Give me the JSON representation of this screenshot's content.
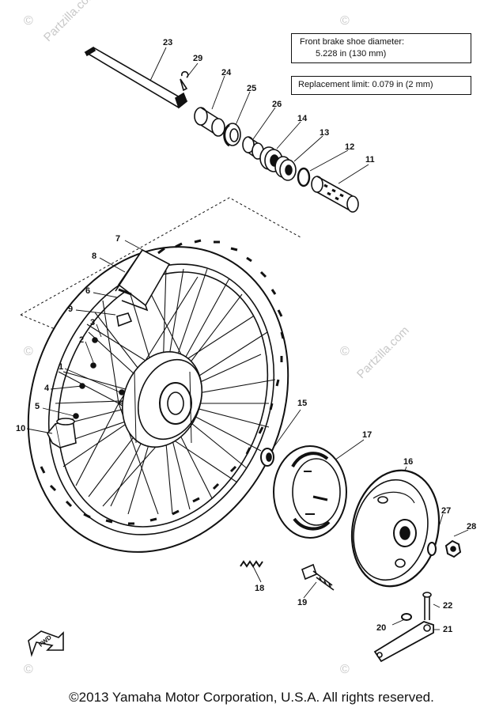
{
  "spec_boxes": {
    "brake_shoe": {
      "line1": "Front brake shoe diameter:",
      "line2": "5.228 in (130 mm)"
    },
    "replacement": {
      "text": "Replacement limit:  0.079 in (2 mm)"
    }
  },
  "callouts": [
    "23",
    "29",
    "24",
    "25",
    "26",
    "14",
    "13",
    "12",
    "11",
    "7",
    "8",
    "6",
    "9",
    "3",
    "2",
    "1",
    "4",
    "5",
    "10",
    "15",
    "17",
    "16",
    "27",
    "28",
    "18",
    "19",
    "20",
    "22",
    "21"
  ],
  "fwd_label": "FWD",
  "watermark": {
    "text": "Partzilla.com",
    "symbol": "©"
  },
  "copyright": "©2013  Yamaha Motor Corporation, U.S.A. All rights reserved."
}
